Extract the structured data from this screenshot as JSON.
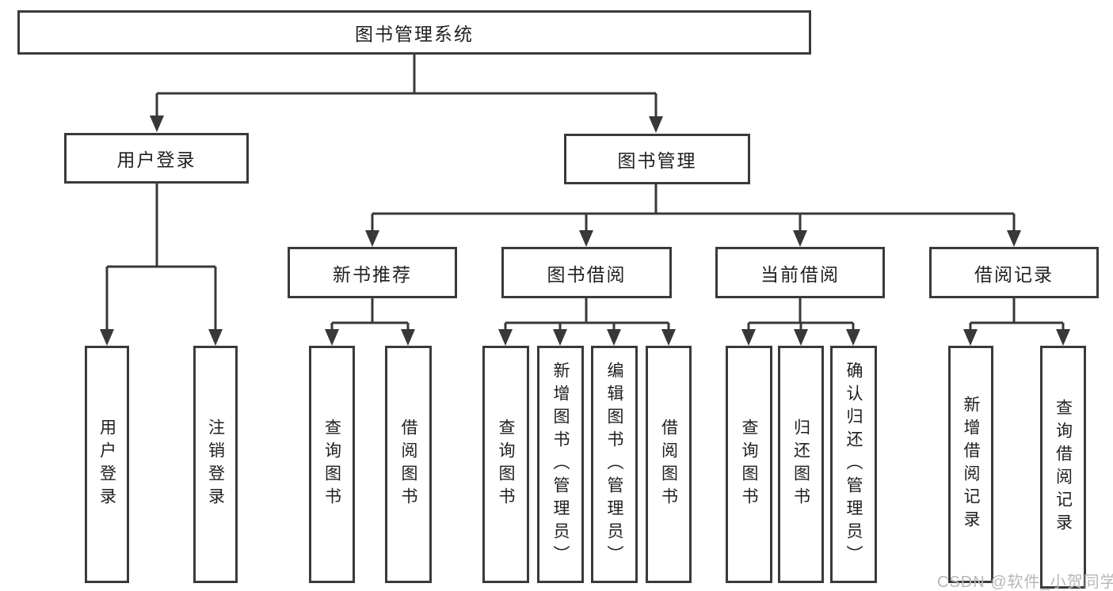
{
  "tree": {
    "label": "图书管理系统",
    "children": [
      {
        "label": "用户登录",
        "children": [
          {
            "label": "用户登录"
          },
          {
            "label": "注销登录"
          }
        ]
      },
      {
        "label": "图书管理",
        "children": [
          {
            "label": "新书推荐",
            "children": [
              {
                "label": "查询图书"
              },
              {
                "label": "借阅图书"
              }
            ]
          },
          {
            "label": "图书借阅",
            "children": [
              {
                "label": "查询图书"
              },
              {
                "label": "新增图书（管理员）"
              },
              {
                "label": "编辑图书（管理员）"
              },
              {
                "label": "借阅图书"
              }
            ]
          },
          {
            "label": "当前借阅",
            "children": [
              {
                "label": "查询图书"
              },
              {
                "label": "归还图书"
              },
              {
                "label": "确认归还（管理员）"
              }
            ]
          },
          {
            "label": "借阅记录",
            "children": [
              {
                "label": "新增借阅记录"
              },
              {
                "label": "查询借阅记录"
              }
            ]
          }
        ]
      }
    ]
  },
  "watermark": {
    "text": "CSDN @软件_小贺同学"
  },
  "colors": {
    "line": "#383838",
    "box_border": "#3a3a3a",
    "text": "#1f1f1f",
    "watermark": "#b7b7b7",
    "background": "#ffffff"
  }
}
